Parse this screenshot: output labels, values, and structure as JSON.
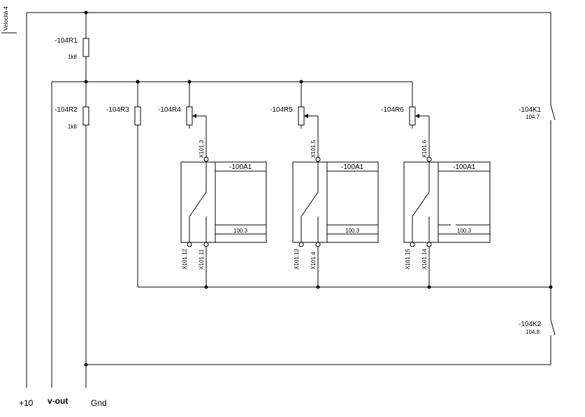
{
  "page_title": "Velocità 4",
  "rails": {
    "plus10": "+10",
    "vout": "v-out",
    "gnd": "Gnd"
  },
  "resistors": {
    "r1": {
      "name": "-104R1",
      "value": "1k8"
    },
    "r2": {
      "name": "-104R2",
      "value": "1k8"
    },
    "r3": {
      "name": "-104R3"
    },
    "r4": {
      "name": "-104R4"
    },
    "r5": {
      "name": "-104R5"
    },
    "r6": {
      "name": "-104R6"
    }
  },
  "modules": [
    {
      "name": "-100A1",
      "ref": "100.3",
      "pin_top": "X101.3",
      "pin_bl": "X101.12",
      "pin_br": "X101.11"
    },
    {
      "name": "-100A1",
      "ref": "100.3",
      "pin_top": "X101.5",
      "pin_bl": "X101.13",
      "pin_br": "X101.4"
    },
    {
      "name": "-100A1",
      "ref": "100.3",
      "pin_top": "X101.6",
      "pin_bl": "X101.15",
      "pin_br": "X101.14"
    }
  ],
  "contacts": {
    "k1": {
      "name": "-104K1",
      "ref": "104.7"
    },
    "k2": {
      "name": "-104K2",
      "ref": "104.8"
    }
  }
}
